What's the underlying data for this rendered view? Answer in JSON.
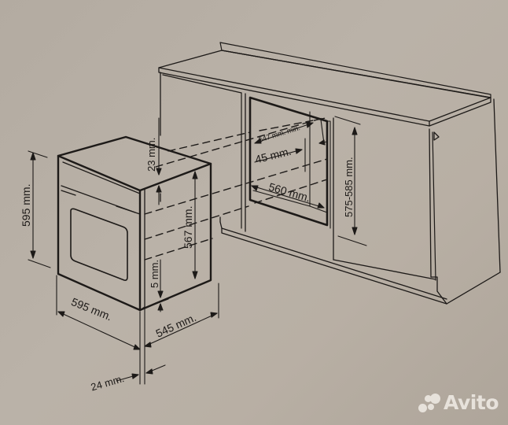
{
  "diagram": {
    "subject": "Built-in oven installation dimensions",
    "background_color": "#b6ada3",
    "line_color": "#1d1a18",
    "oven": {
      "height_label": "595 mm.",
      "width_label": "595 mm.",
      "depth_label": "545 mm.",
      "front_panel_label": "24 mm.",
      "top_gap_label": "23 mm.",
      "body_height_label": "567 mm.",
      "bottom_gap_label": "5 mm."
    },
    "cabinet": {
      "niche_depth_label": "547 mm. min.",
      "rear_gap_label": "45 mm.",
      "niche_width_label": "560 mm.",
      "niche_height_label": "575-585 mm."
    }
  },
  "watermark": {
    "brand": "Avito",
    "logo_icon": "avito-dots-logo-icon"
  }
}
